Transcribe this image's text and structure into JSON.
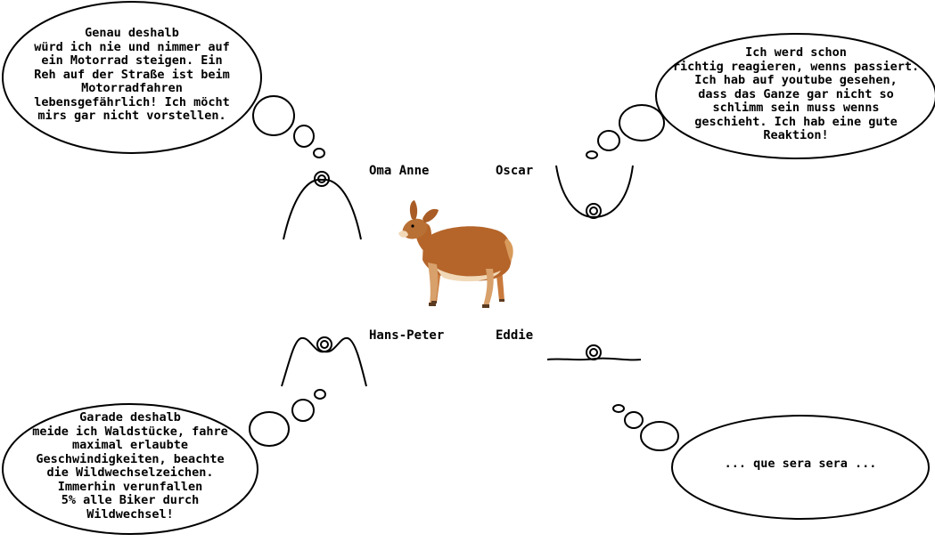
{
  "characters": [
    {
      "id": "oma-anne",
      "name": "Oma Anne",
      "thought": "Genau deshalb\nwürd ich nie und nimmer auf\nein Motorrad steigen. Ein\nReh auf der Straße ist beim\nMotorradfahren\nlebensgefährlich! Ich möcht\nmirs gar nicht vorstellen."
    },
    {
      "id": "oscar",
      "name": "Oscar",
      "thought": "Ich werd schon\nrichtig reagieren, wenns passiert.\nIch hab auf youtube gesehen,\ndass das Ganze gar nicht so\nschlimm sein muss wenns\ngeschieht. Ich hab eine gute\nReaktion!"
    },
    {
      "id": "hans-peter",
      "name": "Hans-Peter",
      "thought": "Garade deshalb\nmeide ich Waldstücke, fahre\nmaximal erlaubte\nGeschwindigkeiten, beachte\ndie Wildwechselzeichen.\nImmerhin verunfallen\n5% alle Biker durch\nWildwechsel!"
    },
    {
      "id": "eddie",
      "name": "Eddie",
      "thought": "... que sera sera ..."
    }
  ],
  "colors": {
    "deer_body": "#b5652a",
    "deer_belly": "#f1d9b8",
    "ink": "#000000"
  },
  "icons": [
    "deer-icon",
    "ball-icon"
  ]
}
